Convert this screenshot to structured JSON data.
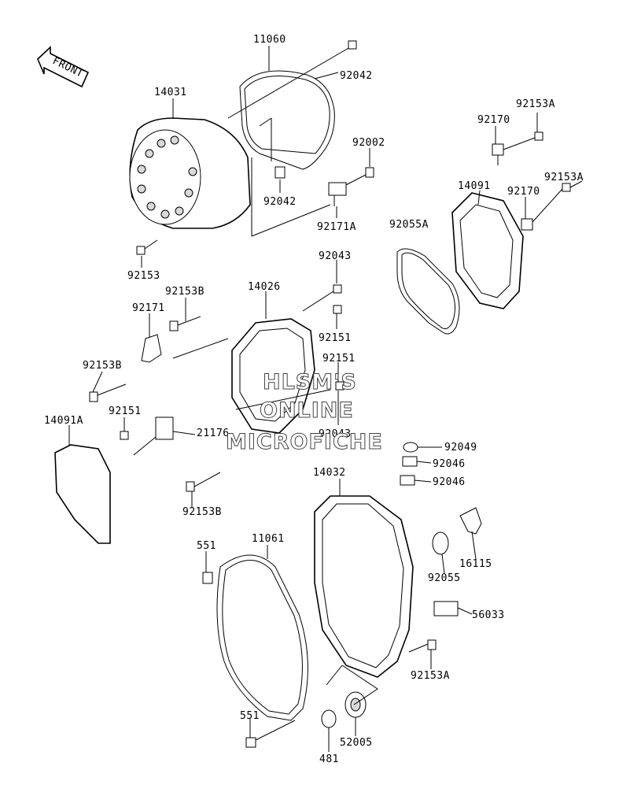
{
  "front_arrow": {
    "label": "FRONT"
  },
  "watermark": {
    "line1": "HLSM'S",
    "line2": "ONLINE",
    "line3": "MICROFICHE"
  },
  "callouts": {
    "c11060": "11060",
    "c92042a": "92042",
    "c14031": "14031",
    "c92002": "92002",
    "c92042b": "92042",
    "c92171A": "92171A",
    "c92153": "92153",
    "c92153A_top": "92153A",
    "c92170a": "92170",
    "c14091": "14091",
    "c92153A_mid": "92153A",
    "c92170b": "92170",
    "c92055A": "92055A",
    "c92043a": "92043",
    "c92153B_a": "92153B",
    "c14026": "14026",
    "c92171": "92171",
    "c92151a": "92151",
    "c92153B_b": "92153B",
    "c92151b": "92151",
    "c92151c": "92151",
    "c92043b": "92043",
    "c14091A": "14091A",
    "c21176": "21176",
    "c92049": "92049",
    "c92046a": "92046",
    "c92046b": "92046",
    "c14032": "14032",
    "c92153B_c": "92153B",
    "c16115": "16115",
    "c551a": "551",
    "c11061": "11061",
    "c92055": "92055",
    "c56033": "56033",
    "c92153A_bot": "92153A",
    "c551b": "551",
    "c52005": "52005",
    "c481": "481"
  }
}
